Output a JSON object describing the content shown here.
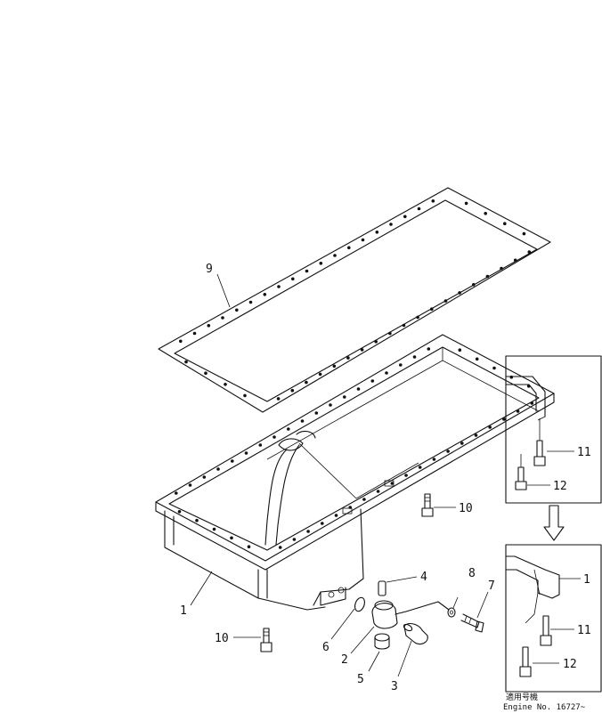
{
  "callouts": {
    "c1": "1",
    "c2": "2",
    "c3": "3",
    "c4": "4",
    "c5": "5",
    "c6": "6",
    "c7": "7",
    "c8": "8",
    "c9": "9",
    "c10a": "10",
    "c10b": "10",
    "c11a": "11",
    "c12a": "12",
    "c1b": "1",
    "c11b": "11",
    "c12b": "12"
  },
  "note": {
    "line1": "適用号機",
    "line2": "Engine No. 16727~"
  }
}
